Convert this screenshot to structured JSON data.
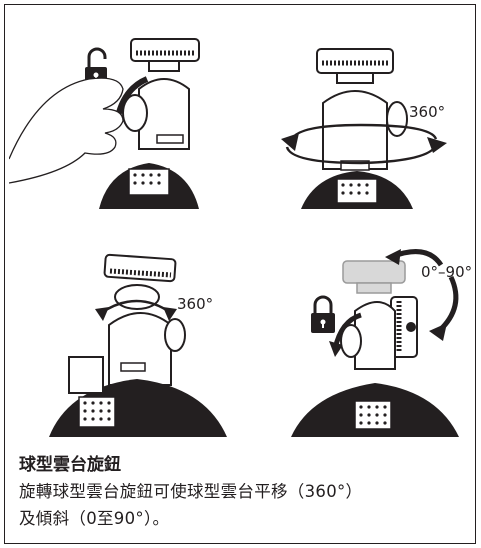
{
  "annotations": {
    "rotate_pan_1": "360°",
    "rotate_pan_2": "360°",
    "tilt_range": "0°–90°"
  },
  "icons": {
    "unlock": "unlocked-padlock-icon",
    "lock": "locked-padlock-icon"
  },
  "caption": {
    "title": "球型雲台旋鈕",
    "body_line1": "旋轉球型雲台旋鈕可使球型雲台平移（360°）",
    "body_line2": "及傾斜（0至90°）。"
  }
}
